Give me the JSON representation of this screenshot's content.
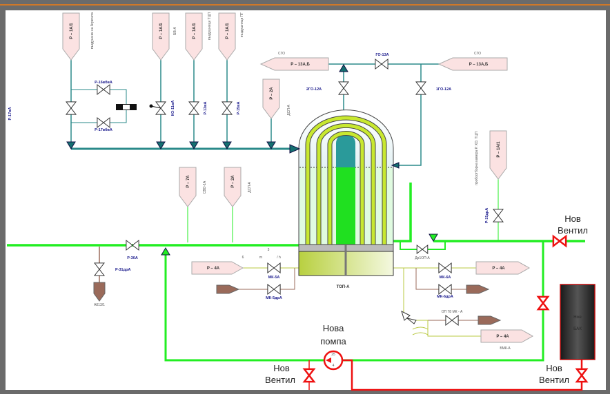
{
  "colors": {
    "flow_green": "#22ee22",
    "teal": "#2a8a8a",
    "alarm_red": "#ee1111",
    "drain_brown": "#9a6a5a",
    "signal_olive": "#b8c840",
    "tag_pink": "#fbe2e2",
    "tank_dark": "#333333",
    "tank_text": "#f0e020"
  },
  "tags": {
    "t1": "P – 1А/1",
    "t2": "P – 1А/1",
    "t3": "P – 1А/1",
    "t4": "P – 1А/1",
    "t5": "P – 2А",
    "t6": "P – 13А,Б",
    "t7": "P – 13А,Б",
    "t8": "P – 7А",
    "t9": "P – 2А",
    "t10": "P – 1А/1",
    "t11": "P – 4А",
    "t12": "P – 4А",
    "t13": "P – 4А"
  },
  "notes": {
    "n1": "въздушник на Агрегата",
    "n2": "БВ-А",
    "n3": "въздушници ТЦП",
    "n4": "въздушници ПГ",
    "n5": "ДСП-А",
    "n6": "СГО",
    "n7": "СГО",
    "n8": "СВО-1А",
    "n9": "ДСП-А",
    "n10": "пробоотборна камера Р, ХО, ТЦП",
    "n11": "А013/1",
    "n12": "ОП 78 МК - А",
    "n13": "БМК-А",
    "flow_value": "6",
    "flow_unit_m": "m",
    "flow_unit_h": "/ h",
    "flow_unit_exp": "3"
  },
  "valves": {
    "v_p16": "P-16вбвА",
    "v_p17": "P-17вбвА",
    "v_ko11": "КО-11вА",
    "v_p13": "P-13вА",
    "v_p15": "P-15вА",
    "v_p17left": "P-17вА",
    "v_go13": "ГО-13А",
    "v_2go12": "2ГО-12А",
    "v_1go12": "1ГО-12А",
    "v_p30": "P-30А",
    "v_p31": "P-31дрА",
    "v_mk5": "МК-5А",
    "v_mk5dr": "МК-5дрА",
    "v_mk6": "МК-6А",
    "v_mk6dr": "МК-6дрА",
    "v_dr1op": "Др1ОП-А",
    "v_p15dr": "P-15дрА"
  },
  "vessel": {
    "label": "ТОП-А"
  },
  "new_items": {
    "valve_right_l1": "Нов",
    "valve_right_l2": "Вентил",
    "valve_bottom_left_l1": "Нов",
    "valve_bottom_left_l2": "Вентил",
    "valve_bottom_right_l1": "Нов",
    "valve_bottom_right_l2": "Вентил",
    "pump_l1": "Нова",
    "pump_l2": "помпа",
    "pump_top": "25",
    "pump_bottom": "4",
    "tank_l1": "Нов",
    "tank_l2": "БАК"
  }
}
